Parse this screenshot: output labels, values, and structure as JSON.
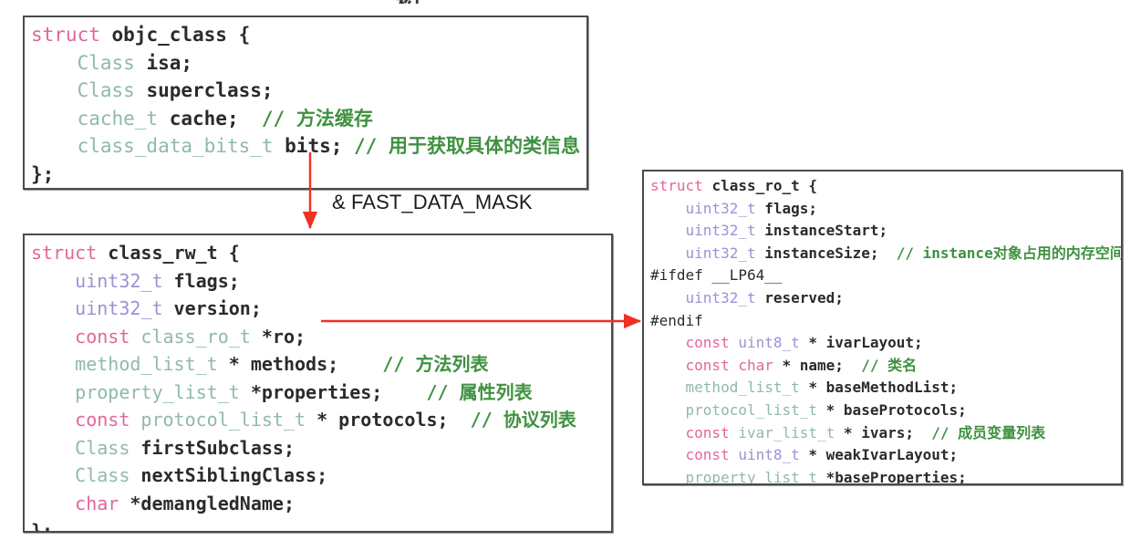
{
  "meta": {
    "diagram_title_partial": "构",
    "arrow_label": "& FAST_DATA_MASK",
    "colors": {
      "keyword": "#e2669b",
      "type": "#8fb9ad",
      "uint_type": "#9a92d6",
      "identifier": "#2b2b2b",
      "comment": "#3f9141",
      "arrow": "#ee3124",
      "box_border": "#4a4a4a",
      "background": "#ffffff"
    }
  },
  "boxes": {
    "objc_class": {
      "name": "objc_class",
      "lines": [
        [
          {
            "t": "struct ",
            "c": "kw"
          },
          {
            "t": "objc_class {",
            "c": "id"
          }
        ],
        [
          {
            "t": "    ",
            "c": "plain"
          },
          {
            "t": "Class ",
            "c": "type"
          },
          {
            "t": "isa;",
            "c": "id"
          }
        ],
        [
          {
            "t": "    ",
            "c": "plain"
          },
          {
            "t": "Class ",
            "c": "type"
          },
          {
            "t": "superclass;",
            "c": "id"
          }
        ],
        [
          {
            "t": "    ",
            "c": "plain"
          },
          {
            "t": "cache_t ",
            "c": "type"
          },
          {
            "t": "cache;",
            "c": "id"
          },
          {
            "t": "  ",
            "c": "plain"
          },
          {
            "t": "// 方法缓存",
            "c": "comment"
          }
        ],
        [
          {
            "t": "    ",
            "c": "plain"
          },
          {
            "t": "class_data_bits_t ",
            "c": "type"
          },
          {
            "t": "bits;",
            "c": "id"
          },
          {
            "t": " ",
            "c": "plain"
          },
          {
            "t": "// 用于获取具体的类信息",
            "c": "comment"
          }
        ],
        [
          {
            "t": "};",
            "c": "id"
          }
        ]
      ]
    },
    "class_rw_t": {
      "name": "class_rw_t",
      "lines": [
        [
          {
            "t": "struct ",
            "c": "kw"
          },
          {
            "t": "class_rw_t {",
            "c": "id"
          }
        ],
        [
          {
            "t": "    ",
            "c": "plain"
          },
          {
            "t": "uint32_t ",
            "c": "uint"
          },
          {
            "t": "flags;",
            "c": "id"
          }
        ],
        [
          {
            "t": "    ",
            "c": "plain"
          },
          {
            "t": "uint32_t ",
            "c": "uint"
          },
          {
            "t": "version;",
            "c": "id"
          }
        ],
        [
          {
            "t": "    ",
            "c": "plain"
          },
          {
            "t": "const ",
            "c": "kw"
          },
          {
            "t": "class_ro_t ",
            "c": "type"
          },
          {
            "t": "*ro;",
            "c": "id"
          }
        ],
        [
          {
            "t": "    ",
            "c": "plain"
          },
          {
            "t": "method_list_t ",
            "c": "type"
          },
          {
            "t": "* methods;",
            "c": "id"
          },
          {
            "t": "    ",
            "c": "plain"
          },
          {
            "t": "// 方法列表",
            "c": "comment"
          }
        ],
        [
          {
            "t": "    ",
            "c": "plain"
          },
          {
            "t": "property_list_t ",
            "c": "type"
          },
          {
            "t": "*properties;",
            "c": "id"
          },
          {
            "t": "    ",
            "c": "plain"
          },
          {
            "t": "// 属性列表",
            "c": "comment"
          }
        ],
        [
          {
            "t": "    ",
            "c": "plain"
          },
          {
            "t": "const ",
            "c": "kw"
          },
          {
            "t": "protocol_list_t ",
            "c": "type"
          },
          {
            "t": "* protocols;",
            "c": "id"
          },
          {
            "t": "  ",
            "c": "plain"
          },
          {
            "t": "// 协议列表",
            "c": "comment"
          }
        ],
        [
          {
            "t": "    ",
            "c": "plain"
          },
          {
            "t": "Class ",
            "c": "type"
          },
          {
            "t": "firstSubclass;",
            "c": "id"
          }
        ],
        [
          {
            "t": "    ",
            "c": "plain"
          },
          {
            "t": "Class ",
            "c": "type"
          },
          {
            "t": "nextSiblingClass;",
            "c": "id"
          }
        ],
        [
          {
            "t": "    ",
            "c": "plain"
          },
          {
            "t": "char ",
            "c": "kw"
          },
          {
            "t": "*demangledName;",
            "c": "id"
          }
        ],
        [
          {
            "t": "};",
            "c": "id"
          }
        ]
      ]
    },
    "class_ro_t": {
      "name": "class_ro_t",
      "lines": [
        [
          {
            "t": "struct ",
            "c": "kw"
          },
          {
            "t": "class_ro_t {",
            "c": "id"
          }
        ],
        [
          {
            "t": "    ",
            "c": "plain"
          },
          {
            "t": "uint32_t ",
            "c": "uint"
          },
          {
            "t": "flags;",
            "c": "id"
          }
        ],
        [
          {
            "t": "    ",
            "c": "plain"
          },
          {
            "t": "uint32_t ",
            "c": "uint"
          },
          {
            "t": "instanceStart;",
            "c": "id"
          }
        ],
        [
          {
            "t": "    ",
            "c": "plain"
          },
          {
            "t": "uint32_t ",
            "c": "uint"
          },
          {
            "t": "instanceSize;",
            "c": "id"
          },
          {
            "t": "  ",
            "c": "plain"
          },
          {
            "t": "// instance对象占用的内存空间",
            "c": "comment"
          }
        ],
        [
          {
            "t": "#ifdef __LP64__",
            "c": "pp"
          }
        ],
        [
          {
            "t": "    ",
            "c": "plain"
          },
          {
            "t": "uint32_t ",
            "c": "uint"
          },
          {
            "t": "reserved;",
            "c": "id"
          }
        ],
        [
          {
            "t": "#endif",
            "c": "pp"
          }
        ],
        [
          {
            "t": "    ",
            "c": "plain"
          },
          {
            "t": "const ",
            "c": "kw"
          },
          {
            "t": "uint8_t ",
            "c": "uint"
          },
          {
            "t": "* ivarLayout;",
            "c": "id"
          }
        ],
        [
          {
            "t": "    ",
            "c": "plain"
          },
          {
            "t": "const ",
            "c": "kw"
          },
          {
            "t": "char ",
            "c": "kw"
          },
          {
            "t": "* name;",
            "c": "id"
          },
          {
            "t": "  ",
            "c": "plain"
          },
          {
            "t": "// 类名",
            "c": "comment"
          }
        ],
        [
          {
            "t": "    ",
            "c": "plain"
          },
          {
            "t": "method_list_t ",
            "c": "type"
          },
          {
            "t": "* baseMethodList;",
            "c": "id"
          }
        ],
        [
          {
            "t": "    ",
            "c": "plain"
          },
          {
            "t": "protocol_list_t ",
            "c": "type"
          },
          {
            "t": "* baseProtocols;",
            "c": "id"
          }
        ],
        [
          {
            "t": "    ",
            "c": "plain"
          },
          {
            "t": "const ",
            "c": "kw"
          },
          {
            "t": "ivar_list_t ",
            "c": "type"
          },
          {
            "t": "* ivars;",
            "c": "id"
          },
          {
            "t": "  ",
            "c": "plain"
          },
          {
            "t": "// 成员变量列表",
            "c": "comment"
          }
        ],
        [
          {
            "t": "    ",
            "c": "plain"
          },
          {
            "t": "const ",
            "c": "kw"
          },
          {
            "t": "uint8_t ",
            "c": "uint"
          },
          {
            "t": "* weakIvarLayout;",
            "c": "id"
          }
        ],
        [
          {
            "t": "    ",
            "c": "plain"
          },
          {
            "t": "property_list_t ",
            "c": "type"
          },
          {
            "t": "*baseProperties;",
            "c": "id"
          }
        ],
        [
          {
            "t": "};",
            "c": "id"
          }
        ]
      ]
    }
  }
}
